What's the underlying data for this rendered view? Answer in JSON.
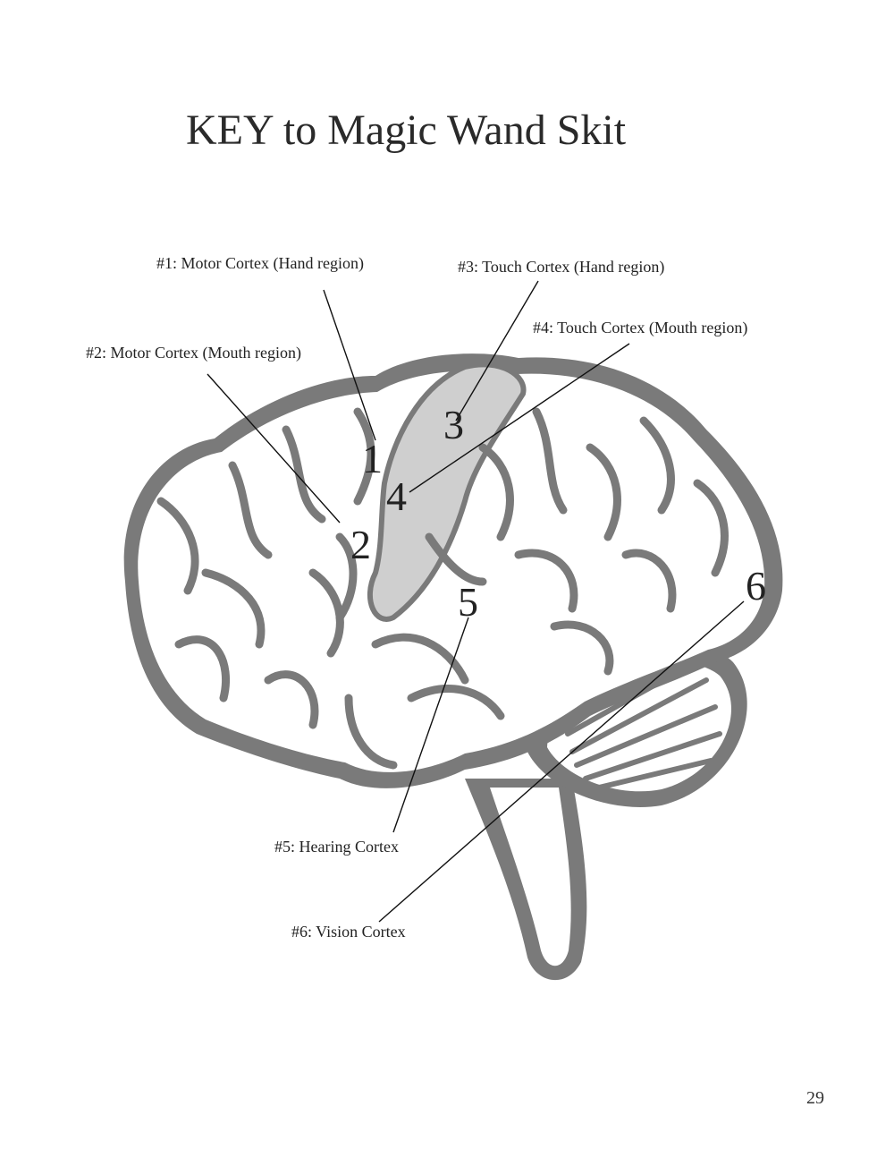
{
  "title": "KEY to Magic Wand Skit",
  "labels": {
    "l1": "#1:  Motor Cortex (Hand region)",
    "l2": "#2:  Motor Cortex (Mouth region)",
    "l3": "#3:  Touch Cortex (Hand region)",
    "l4": "#4:  Touch Cortex (Mouth region)",
    "l5": "#5:  Hearing Cortex",
    "l6": "#6: Vision Cortex"
  },
  "markers": {
    "m1": "1",
    "m2": "2",
    "m3": "3",
    "m4": "4",
    "m5": "5",
    "m6": "6"
  },
  "page_number": "29",
  "colors": {
    "brain_outline": "#7a7a7a",
    "highlight": "#cfcfcf",
    "leader_line": "#111111"
  }
}
